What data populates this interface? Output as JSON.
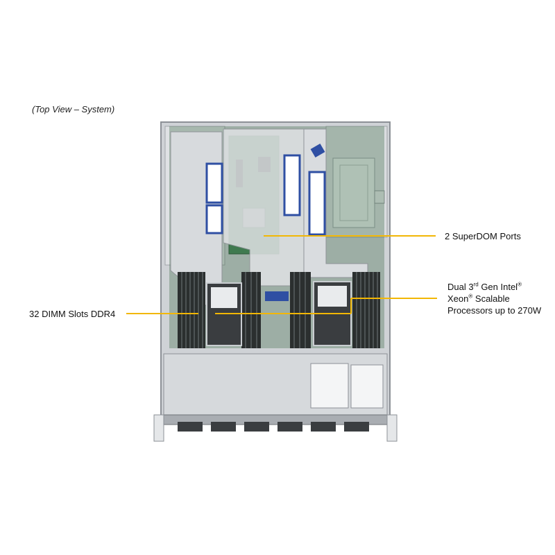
{
  "caption": "(Top View – System)",
  "callouts": {
    "dimm": "32 DIMM Slots DDR4",
    "superdom": "2 SuperDOM Ports",
    "cpu": {
      "line1_pre": "Dual 3",
      "line1_sup": "rd",
      "line1_post": " Gen Intel",
      "reg1": "®",
      "line2_pre": "Xeon",
      "reg2": "®",
      "line2_post": " Scalable",
      "line3": "Processors up to 270W"
    }
  },
  "colors": {
    "callout_line": "#f2b705",
    "chassis": "#c9ccd0",
    "pcb": "#3f7a4f",
    "riser_tag": "#2f4fa3"
  }
}
